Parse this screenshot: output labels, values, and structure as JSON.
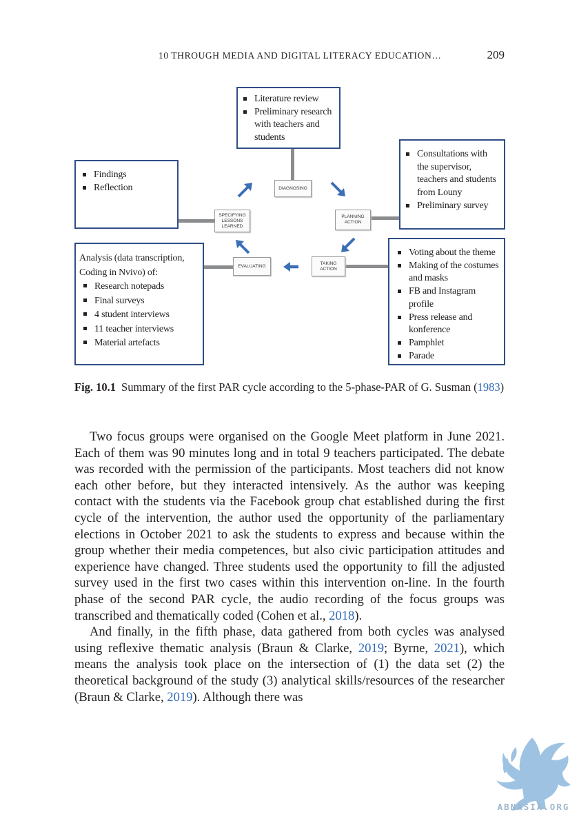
{
  "running_head": {
    "chapter": "10 THROUGH MEDIA AND DIGITAL LITERACY EDUCATION…",
    "page_number": "209"
  },
  "figure": {
    "top_box": {
      "items": [
        "Literature review",
        "Preliminary research with teachers and students"
      ]
    },
    "right_top_box": {
      "items": [
        "Consultations with the supervisor, teachers and students from Louny",
        "Preliminary survey"
      ]
    },
    "left_top_box": {
      "items": [
        "Findings",
        "Reflection"
      ]
    },
    "left_bottom_box": {
      "lead": "Analysis (data transcription, Coding in Nvivo) of:",
      "items": [
        "Research notepads",
        "Final surveys",
        "4 student interviews",
        "11 teacher interviews",
        "Material artefacts"
      ]
    },
    "right_bottom_box": {
      "items": [
        "Voting about the theme",
        "Making of the costumes and masks",
        "FB and Instagram profile",
        "Press release and konference",
        "Pamphlet",
        "Parade"
      ]
    },
    "nodes": {
      "diagnosing": "DIAGNOSING",
      "planning": "PLANNING ACTION",
      "taking": "TAKING ACTION",
      "evaluating": "EVALUATING",
      "specifying": "SPECIFYING LESSONS LEARNED"
    },
    "colors": {
      "box_border": "#2f4d87",
      "arrow": "#3b6fb6",
      "connector": "#8a8c8e"
    }
  },
  "caption": {
    "label": "Fig. 10.1",
    "text": "Summary of the first PAR cycle according to the 5-phase-PAR of G. Susman (",
    "ref": "1983",
    "close": ")"
  },
  "body": {
    "p1": {
      "a": "Two focus groups were organised on the Google Meet platform in June 2021. Each of them was 90 minutes long and in total 9 teachers participated. The debate was recorded with the permission of the participants. Most teachers did not know each other before, but they interacted intensively. As the author was keeping contact with the students via the Facebook group chat established during the first cycle of the intervention, the author used the opportunity of the parliamentary elections in October 2021 to ask the students to express and because within the group whether their media competences, but also civic participation attitudes and experience have changed. Three students used the opportunity to fill the adjusted survey used in the first two cases within this intervention on-line. In the fourth phase of the second PAR cycle, the audio recording of the focus groups was transcribed and thematically coded (Cohen et al., ",
      "ref1": "2018",
      "b": ")."
    },
    "p2": {
      "a": "And finally, in the fifth phase, data gathered from both cycles was analysed using reflexive thematic analysis (Braun & Clarke, ",
      "ref1": "2019",
      "b": "; Byrne, ",
      "ref2": "2021",
      "c": "), which means the analysis took place on the intersection of (1) the data set (2) the theoretical background of the study (3) analytical skills/resources of the researcher (Braun & Clarke, ",
      "ref3": "2019",
      "d": "). Although there was"
    }
  },
  "watermark": {
    "text": "ABNASIA.ORG"
  }
}
